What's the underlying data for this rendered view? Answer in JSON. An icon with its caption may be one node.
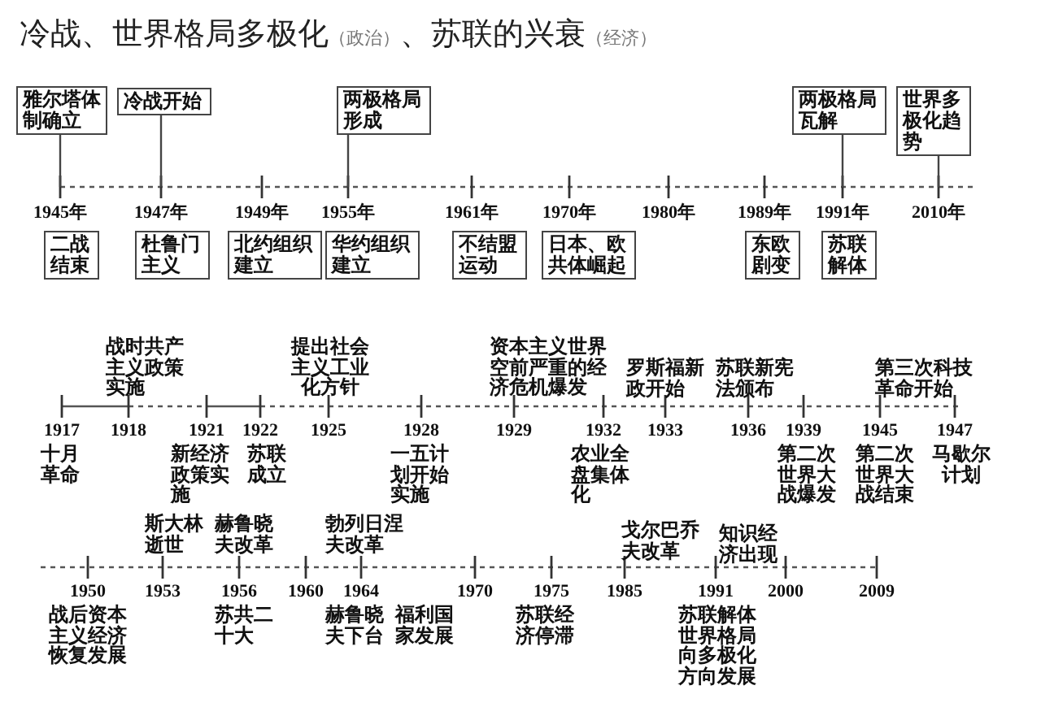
{
  "diagram": {
    "title": "冷战、世界格局多极化（政治）、苏联的兴衰（经济）",
    "nodes": [
      {
        "text": [
          "雅尔塔体制确立"
        ]
      },
      {
        "text": [
          "冷战开始"
        ]
      },
      {
        "text": [
          "两极格局形成"
        ]
      },
      {
        "text": [
          "两极格局瓦解"
        ]
      },
      {
        "text": [
          "世界多极化趋势"
        ]
      },
      {
        "text": [
          "二战结束"
        ]
      },
      {
        "text": [
          "杜鲁门主义"
        ]
      },
      {
        "text": [
          "北约组织建立"
        ]
      },
      {
        "text": [
          "华约组织建立"
        ]
      },
      {
        "text": [
          "不结盟运动"
        ]
      },
      {
        "text": [
          "日本、欧共体崛起"
        ]
      },
      {
        "text": [
          "东欧剧变"
        ]
      },
      {
        "text": [
          "苏联解体"
        ]
      }
    ],
    "edges": [
      {
        "from": 0,
        "to": null,
        "arrow": "none"
      },
      {
        "from": 1,
        "to": null,
        "arrow": "none"
      },
      {
        "from": 2,
        "to": null,
        "arrow": "none"
      },
      {
        "from": 3,
        "to": null,
        "arrow": "none"
      },
      {
        "from": 4,
        "to": null,
        "arrow": "none"
      }
    ],
    "labels": [
      "1945年",
      "1947年",
      "1949年",
      "1955年",
      "1961年",
      "1970年",
      "1980年",
      "1989年",
      "1991年",
      "2010年",
      "战时共产主义政策实施",
      "提出社会主义工业化方针",
      "资本主义世界空前严重的经济危机爆发",
      "罗斯福新政开始",
      "苏联新宪法颁布",
      "第三次科技革命开始",
      "1917",
      "1918",
      "1921",
      "1922",
      "1925",
      "1928",
      "1929",
      "1932",
      "1933",
      "1936",
      "1939",
      "1945",
      "1947",
      "十月革命",
      "新经济政策实施",
      "苏联成立",
      "一五计划开始实施",
      "农业全盘集体化",
      "第二次世界大战爆发",
      "第二次世界大战结束",
      "马歇尔计划",
      "斯大林逝世",
      "赫鲁晓夫改革",
      "勃列日涅夫改革",
      "戈尔巴乔夫改革",
      "知识经济出现",
      "1950",
      "1953",
      "1956",
      "1960",
      "1964",
      "1970",
      "1975",
      "1985",
      "1991",
      "2000",
      "2009",
      "战后资本主义经济恢复发展",
      "苏共二十大",
      "赫鲁晓夫下台",
      "福利国家发展",
      "苏联经济停滞",
      "苏联解体世界格局向多极化方向发展"
    ]
  }
}
